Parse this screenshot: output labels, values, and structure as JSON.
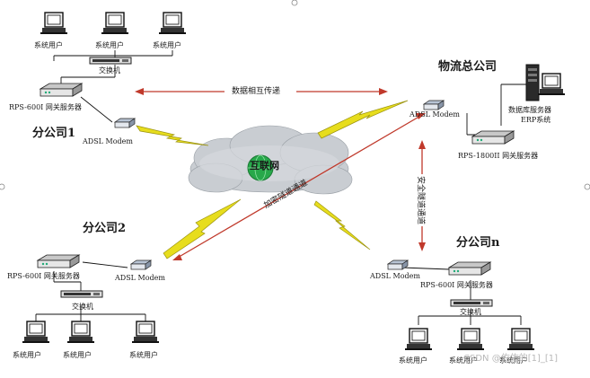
{
  "branch1": {
    "title": "分公司1",
    "users": [
      "系统用户",
      "系统用户",
      "系统用户"
    ],
    "switch_label": "交换机",
    "gateway_label": "RPS-600I 网关服务器",
    "modem_label": "ADSL Modem"
  },
  "branch2": {
    "title": "分公司2",
    "users": [
      "系统用户",
      "系统用户",
      "系统用户"
    ],
    "switch_label": "交换机",
    "gateway_label": "RPS-600I 网关服务器",
    "modem_label": "ADSL Modem"
  },
  "branchn": {
    "title": "分公司n",
    "users": [
      "系统用户",
      "系统用户",
      "系统用户"
    ],
    "switch_label": "交换机",
    "gateway_label": "RPS-600I 网关服务器",
    "modem_label": "ADSL Modem"
  },
  "hq": {
    "title": "物流总公司",
    "modem_label": "ADSL Modem",
    "gateway_label": "RPS-1800II 网关服务器",
    "db_label": "数据库服务器",
    "erp_label": "ERP系统"
  },
  "internet_label": "互联网",
  "links": {
    "top": "数据相互传递",
    "diagonal": "加密隧道通道",
    "vertical": "安全隧道通道"
  },
  "watermark": "CSDN @佐佑的[1]_[1]",
  "colors": {
    "link": "#c0392b",
    "bolt": "#e7dd1d",
    "cloud": "#c9cdd2",
    "globe": "#27a84a"
  }
}
